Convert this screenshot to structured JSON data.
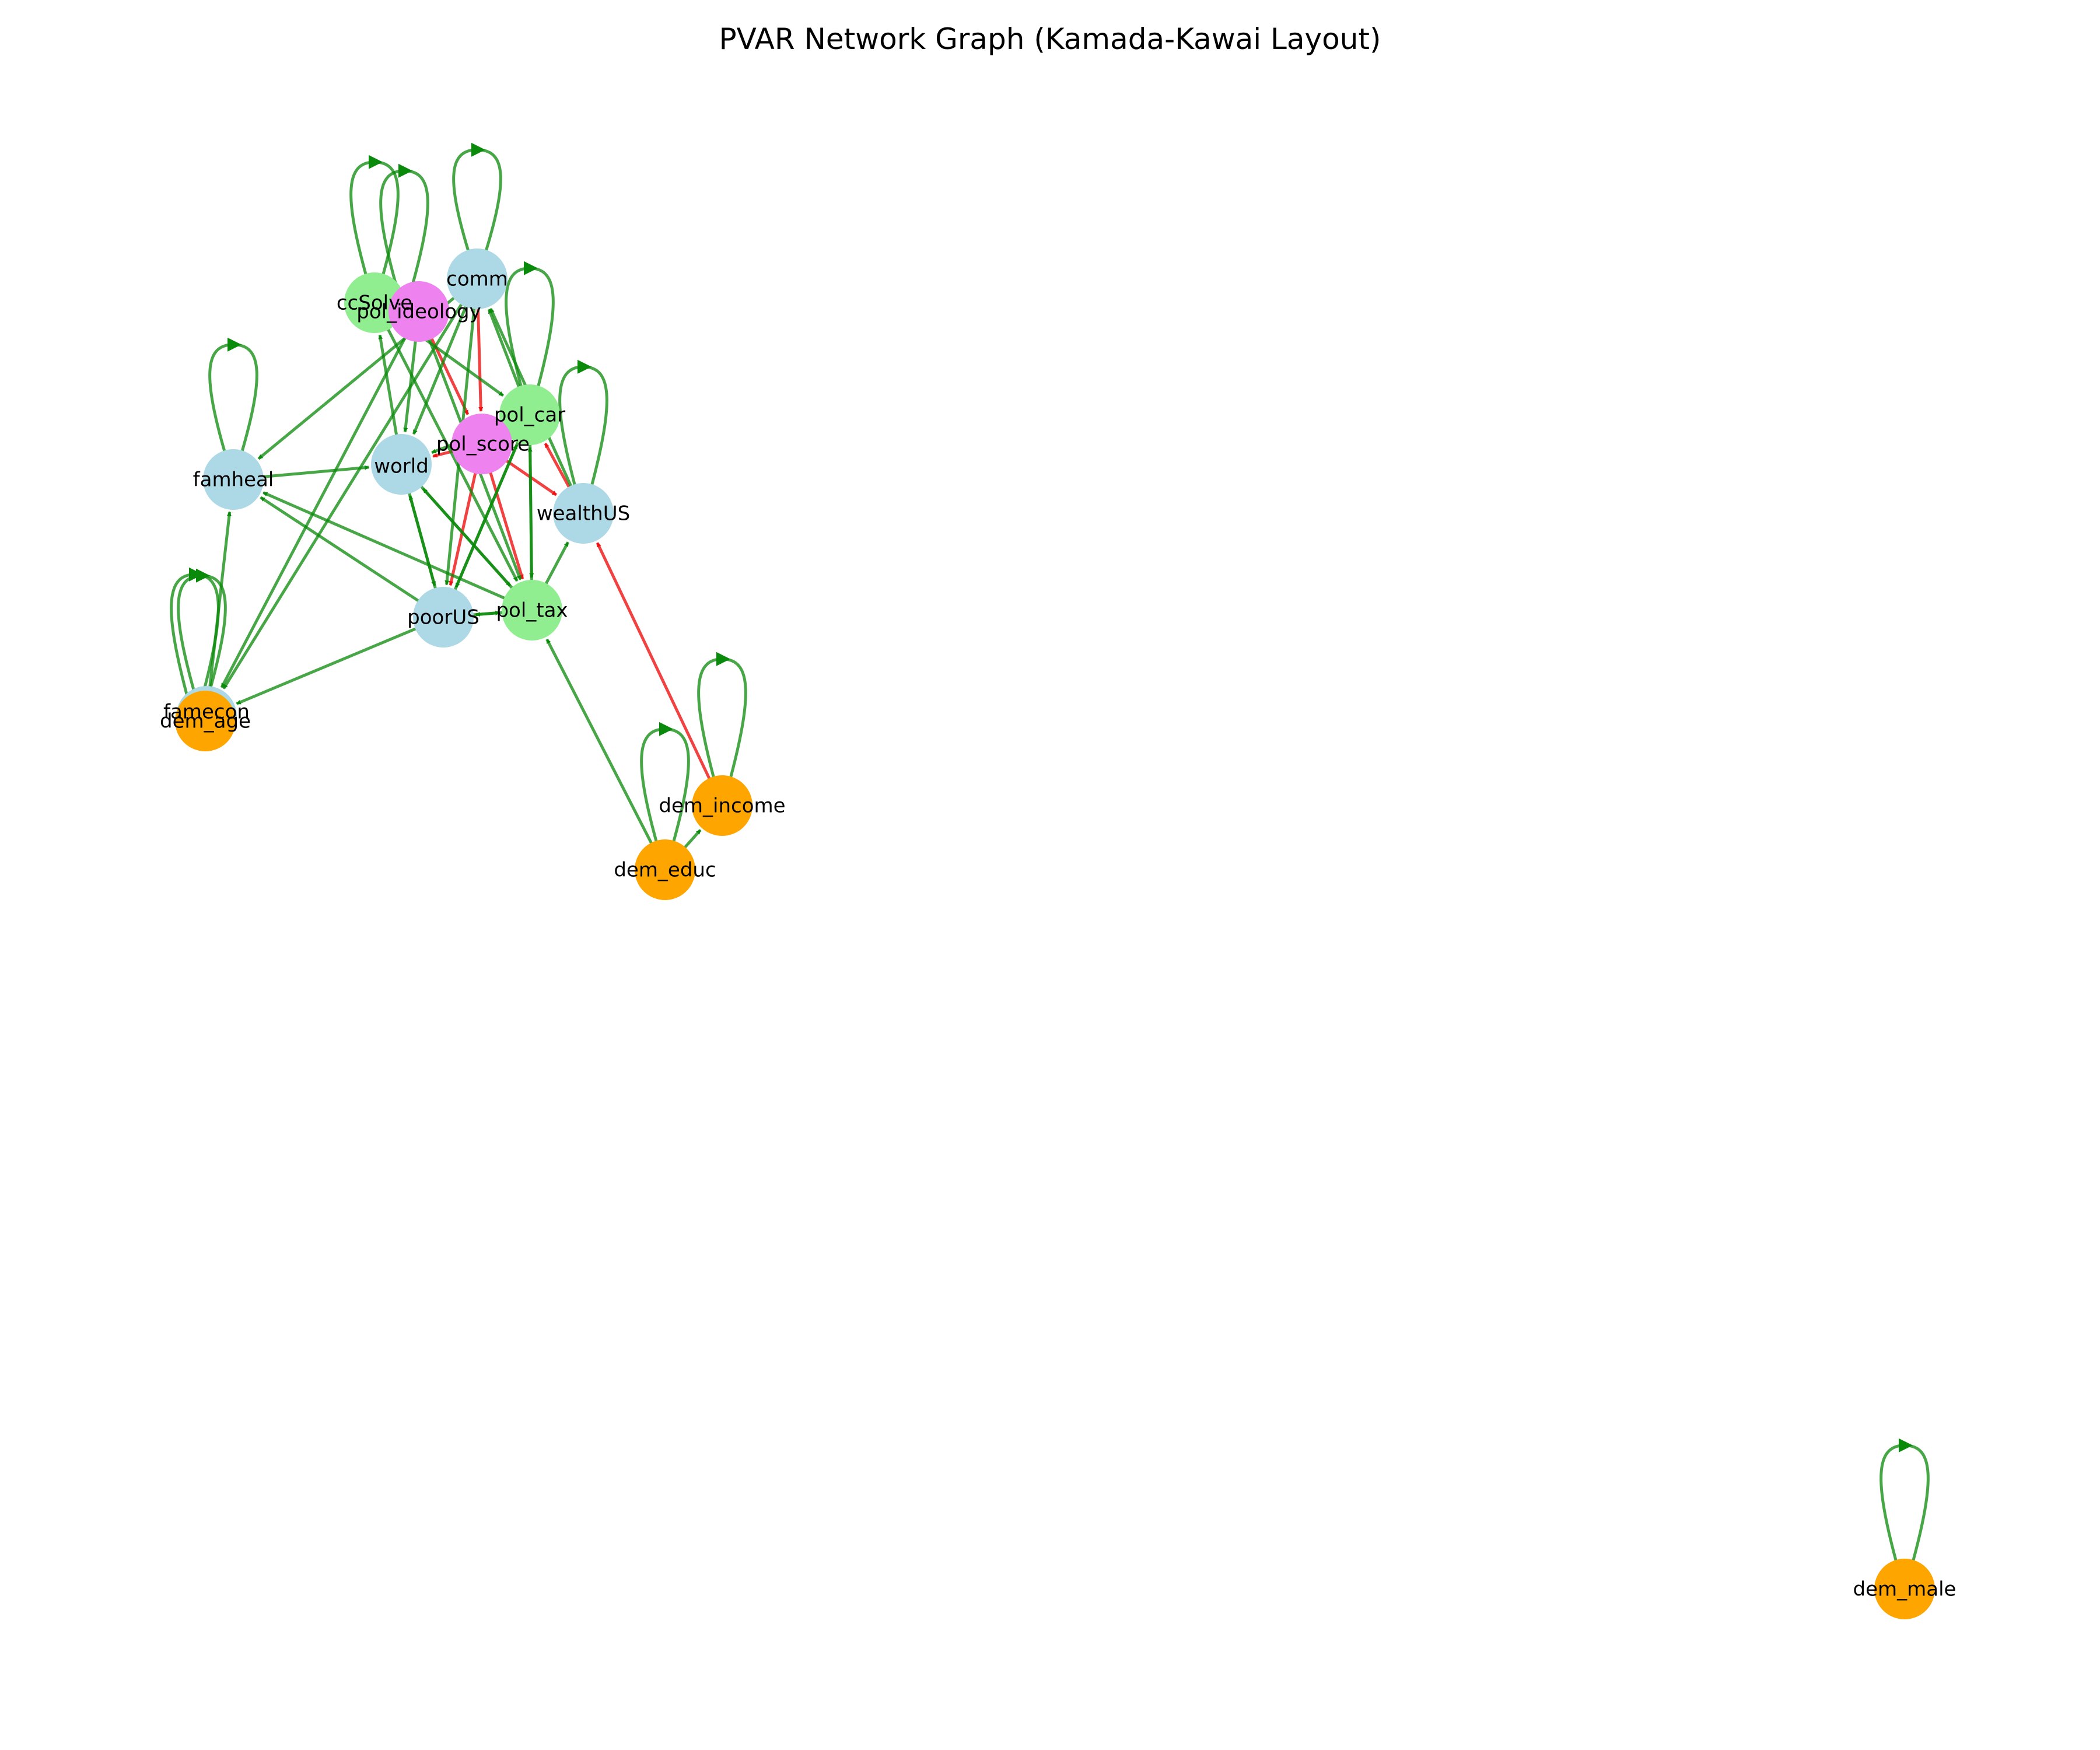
{
  "title": "PVAR Network Graph (Kamada-Kawai Layout)",
  "colors": {
    "positive_edge": "#0a8a0a",
    "negative_edge": "#ee1111",
    "group_blue": "#add8e6",
    "group_green": "#90ee90",
    "group_violet": "#ee82ee",
    "group_orange": "#ffa500"
  },
  "nodes": [
    {
      "id": "comm",
      "label": "comm",
      "color": "group_blue"
    },
    {
      "id": "ccSolve",
      "label": "ccSolve",
      "color": "group_green"
    },
    {
      "id": "pol_ideology",
      "label": "pol_ideology",
      "color": "group_violet"
    },
    {
      "id": "pol_car",
      "label": "pol_car",
      "color": "group_green"
    },
    {
      "id": "pol_score",
      "label": "pol_score",
      "color": "group_violet"
    },
    {
      "id": "world",
      "label": "world",
      "color": "group_blue"
    },
    {
      "id": "famheal",
      "label": "famheal",
      "color": "group_blue"
    },
    {
      "id": "wealthUS",
      "label": "wealthUS",
      "color": "group_blue"
    },
    {
      "id": "poorUS",
      "label": "poorUS",
      "color": "group_blue"
    },
    {
      "id": "pol_tax",
      "label": "pol_tax",
      "color": "group_green"
    },
    {
      "id": "famecon",
      "label": "famecon",
      "color": "group_blue"
    },
    {
      "id": "dem_age",
      "label": "dem_age",
      "color": "group_orange"
    },
    {
      "id": "dem_income",
      "label": "dem_income",
      "color": "group_orange"
    },
    {
      "id": "dem_educ",
      "label": "dem_educ",
      "color": "group_orange"
    },
    {
      "id": "dem_male",
      "label": "dem_male",
      "color": "group_orange"
    }
  ],
  "edges": [
    {
      "from": "pol_ideology",
      "to": "pol_score",
      "sign": "negative"
    },
    {
      "from": "comm",
      "to": "pol_score",
      "sign": "negative"
    },
    {
      "from": "pol_score",
      "to": "wealthUS",
      "sign": "negative"
    },
    {
      "from": "pol_score",
      "to": "pol_tax",
      "sign": "negative"
    },
    {
      "from": "pol_score",
      "to": "world",
      "sign": "negative"
    },
    {
      "from": "pol_score",
      "to": "poorUS",
      "sign": "negative"
    },
    {
      "from": "wealthUS",
      "to": "pol_car",
      "sign": "negative"
    },
    {
      "from": "dem_income",
      "to": "wealthUS",
      "sign": "negative"
    },
    {
      "from": "comm",
      "to": "famheal",
      "sign": "positive"
    },
    {
      "from": "famheal",
      "to": "world",
      "sign": "positive"
    },
    {
      "from": "pol_tax",
      "to": "famheal",
      "sign": "positive"
    },
    {
      "from": "poorUS",
      "to": "famheal",
      "sign": "positive"
    },
    {
      "from": "famecon",
      "to": "famheal",
      "sign": "positive"
    },
    {
      "from": "poorUS",
      "to": "famecon",
      "sign": "positive"
    },
    {
      "from": "comm",
      "to": "famecon",
      "sign": "positive"
    },
    {
      "from": "dem_educ",
      "to": "pol_tax",
      "sign": "positive"
    },
    {
      "from": "dem_educ",
      "to": "dem_income",
      "sign": "positive"
    },
    {
      "from": "ccSolve",
      "to": "pol_tax",
      "sign": "positive"
    },
    {
      "from": "ccSolve",
      "to": "pol_car",
      "sign": "positive"
    },
    {
      "from": "pol_ideology",
      "to": "pol_tax",
      "sign": "positive"
    },
    {
      "from": "pol_ideology",
      "to": "world",
      "sign": "positive"
    },
    {
      "from": "comm",
      "to": "poorUS",
      "sign": "positive"
    },
    {
      "from": "comm",
      "to": "world",
      "sign": "positive"
    },
    {
      "from": "pol_car",
      "to": "comm",
      "sign": "positive"
    },
    {
      "from": "pol_car",
      "to": "pol_tax",
      "sign": "positive"
    },
    {
      "from": "pol_car",
      "to": "world",
      "sign": "positive"
    },
    {
      "from": "pol_car",
      "to": "poorUS",
      "sign": "positive"
    },
    {
      "from": "pol_tax",
      "to": "pol_car",
      "sign": "positive"
    },
    {
      "from": "pol_tax",
      "to": "wealthUS",
      "sign": "positive"
    },
    {
      "from": "pol_tax",
      "to": "world",
      "sign": "positive"
    },
    {
      "from": "poorUS",
      "to": "world",
      "sign": "positive"
    },
    {
      "from": "world",
      "to": "poorUS",
      "sign": "positive"
    },
    {
      "from": "world",
      "to": "pol_tax",
      "sign": "positive"
    },
    {
      "from": "poorUS",
      "to": "pol_car",
      "sign": "positive"
    },
    {
      "from": "wealthUS",
      "to": "comm",
      "sign": "positive"
    },
    {
      "from": "poorUS",
      "to": "pol_tax",
      "sign": "positive"
    },
    {
      "from": "pol_tax",
      "to": "poorUS",
      "sign": "positive"
    },
    {
      "from": "world",
      "to": "ccSolve",
      "sign": "positive"
    },
    {
      "from": "pol_ideology",
      "to": "famecon",
      "sign": "positive"
    }
  ],
  "self_loops": [
    "comm",
    "ccSolve",
    "pol_ideology",
    "pol_car",
    "wealthUS",
    "famheal",
    "famecon",
    "dem_age",
    "dem_income",
    "dem_educ",
    "dem_male"
  ]
}
